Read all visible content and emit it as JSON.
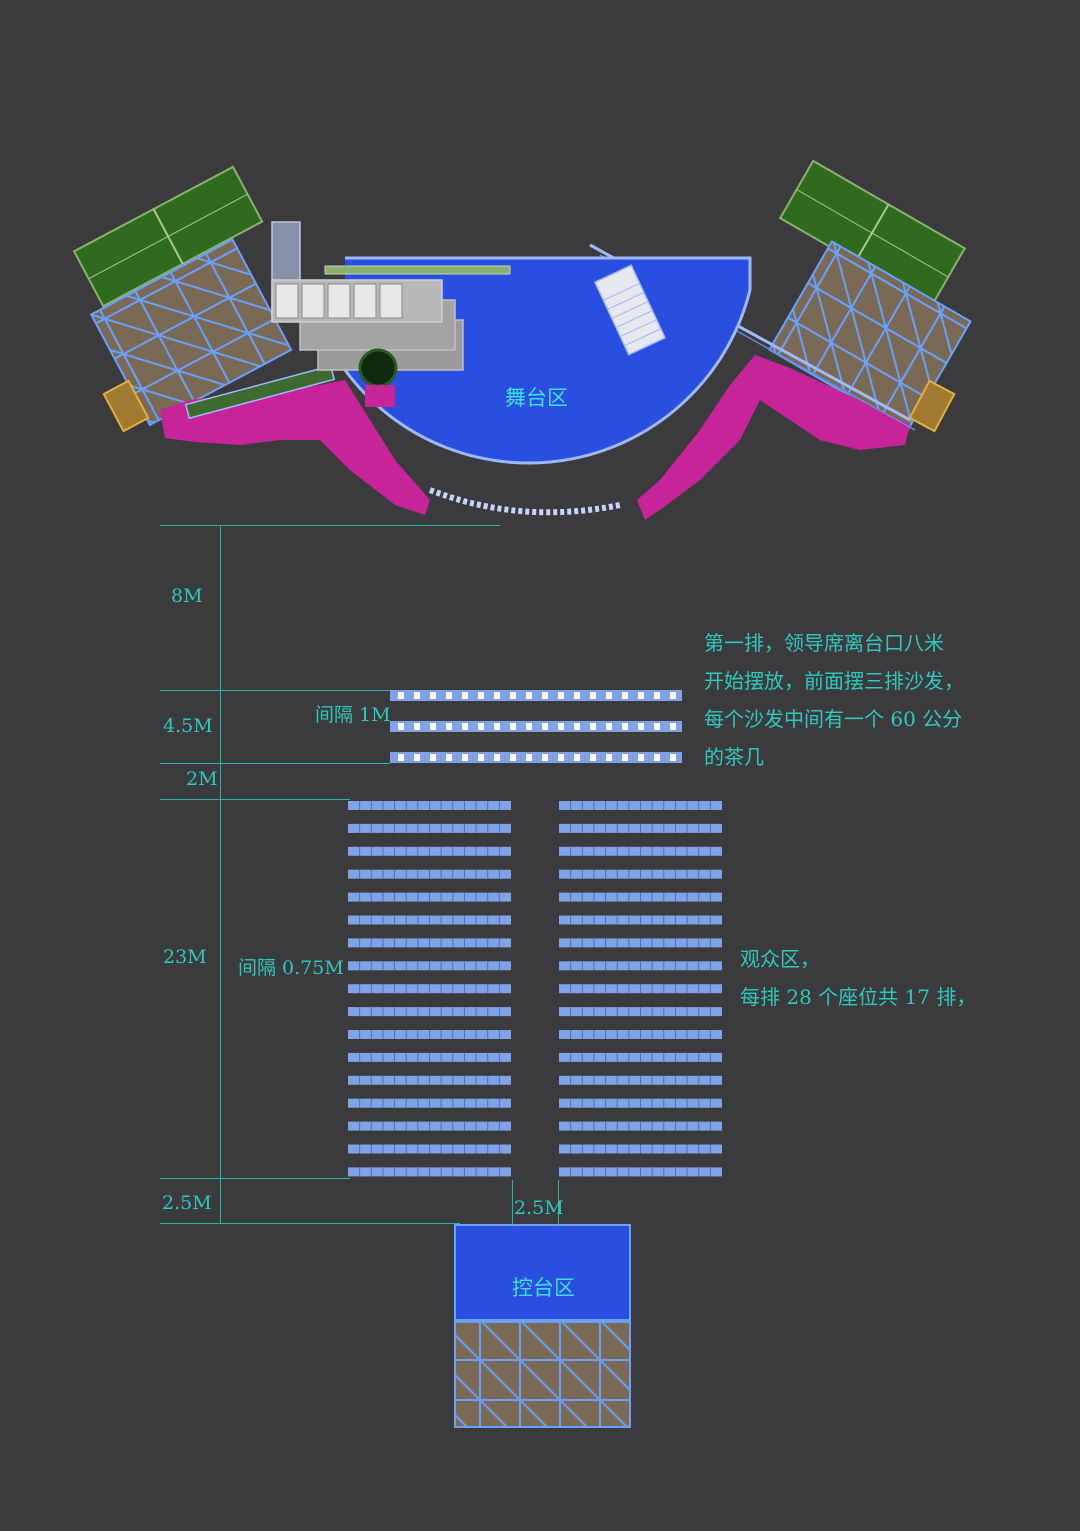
{
  "stage": {
    "label": "舞台区"
  },
  "control": {
    "label": "控台区"
  },
  "dimensions": {
    "d8": "8M",
    "d45": "4.5M",
    "d2": "2M",
    "d23": "23M",
    "d25_left": "2.5M",
    "d25_aisle": "2.5M",
    "gap_1m": "间隔 1M",
    "gap_075m": "间隔 0.75M"
  },
  "notes": {
    "vip": [
      "第一排，领导席离台口八米",
      "开始摆放，前面摆三排沙发，",
      "每个沙发中间有一个 60 公分",
      "的茶几"
    ],
    "audience": [
      "观众区，",
      "每排 28 个座位共 17 排，"
    ]
  },
  "layout_data": {
    "sofa_rows": 3,
    "audience_rows": 17,
    "seats_per_row": 28
  },
  "colors": {
    "background": "#3b3b3d",
    "stage_blue": "#2a4fe0",
    "magenta": "#c8249a",
    "green_panel": "#2f6a1e",
    "truss_fill": "#7a6a55",
    "truss_line": "#6aa0ff",
    "seat": "#7fa3e6",
    "dim_text": "#2ec8bf"
  }
}
